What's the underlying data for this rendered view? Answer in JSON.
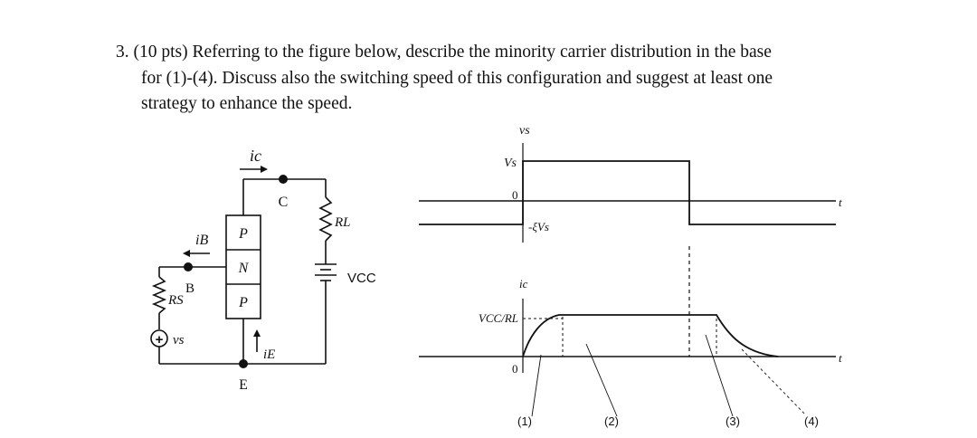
{
  "question": {
    "line1": "3. (10 pts) Referring to the figure below, describe the minority carrier distribution in the base",
    "line2": "for (1)-(4). Discuss also the switching speed of this configuration and suggest at least one",
    "line3": "strategy to enhance the speed."
  },
  "circuit": {
    "ic_label": "ic",
    "ib_label": "iB",
    "ie_label": "iE",
    "collector_label": "C",
    "base_label": "B",
    "emitter_label": "E",
    "layer_top": "P",
    "layer_mid": "N",
    "layer_bottom": "P",
    "rs_label": "RS",
    "vs_label": "vs",
    "source_symbol": "+",
    "rl_label": "RL",
    "vcc_label": "VCC"
  },
  "waveforms": {
    "top_y_label": "vs",
    "top_level_label": "Vs",
    "top_zero_label": "0",
    "top_neg_label": "-ξVs",
    "top_t_label": "t",
    "bottom_y_label": "ic",
    "bottom_level_label": "VCC/RL",
    "bottom_zero_label": "0",
    "bottom_t_label": "t",
    "phase_labels": [
      "(1)",
      "(2)",
      "(3)",
      "(4)"
    ]
  }
}
